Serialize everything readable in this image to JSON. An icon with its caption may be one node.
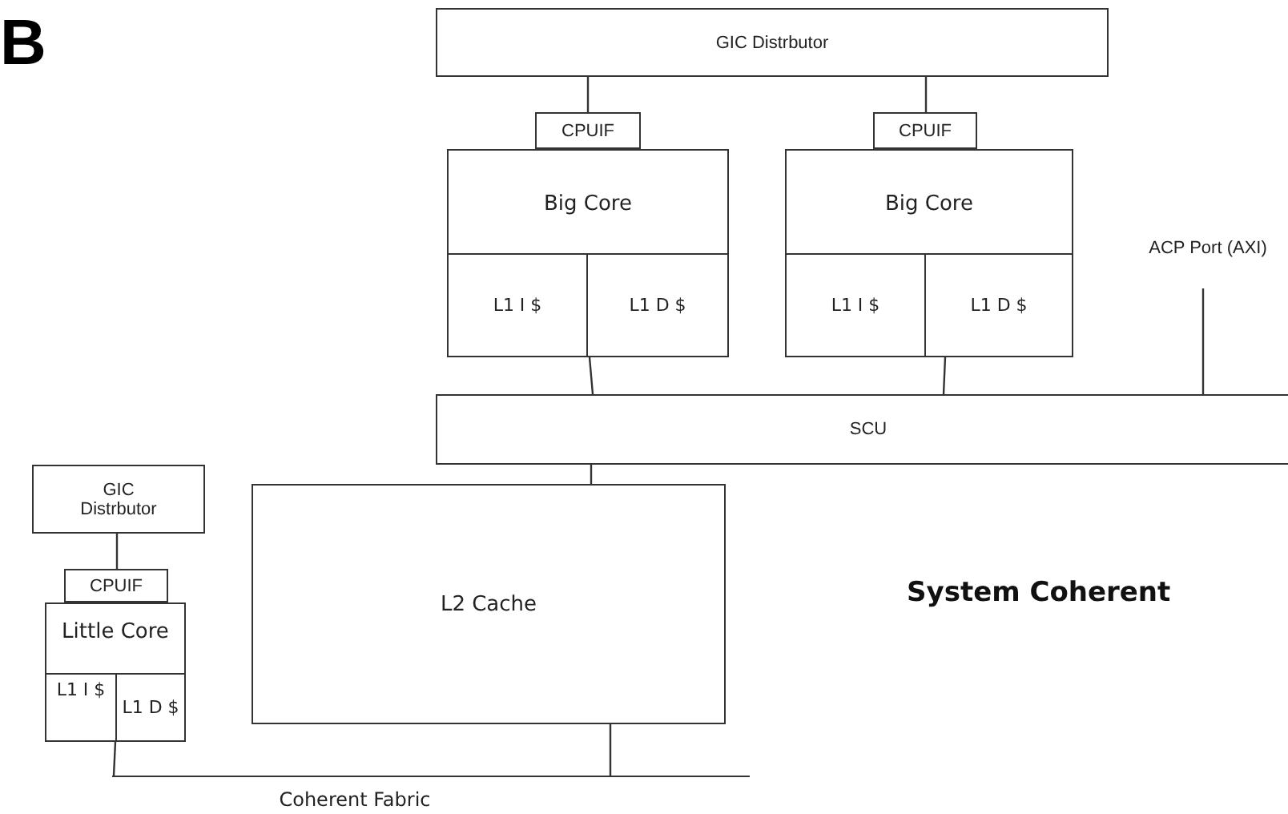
{
  "diagram": {
    "nodes": [
      {
        "text": [
          "GIC Distrbutor"
        ]
      },
      {
        "text": [
          "CPUIF"
        ]
      },
      {
        "text": [
          "CPUIF"
        ]
      },
      {
        "text": [
          "Big Core"
        ]
      },
      {
        "text": [
          "L1 I $"
        ],
        "in": 3
      },
      {
        "text": [
          "L1 D $"
        ],
        "in": 3
      },
      {
        "text": [
          "Big Core"
        ]
      },
      {
        "text": [
          "L1 I $"
        ],
        "in": 6
      },
      {
        "text": [
          "L1 D $"
        ],
        "in": 6
      },
      {
        "text": [
          "ACP Port (AXI)"
        ]
      },
      {
        "text": [
          "SCU"
        ]
      },
      {
        "text": [
          "GIC Distrbutor"
        ]
      },
      {
        "text": [
          "CPUIF"
        ]
      },
      {
        "text": [
          "Little Core"
        ]
      },
      {
        "text": [
          "L1 I $"
        ],
        "in": 13
      },
      {
        "text": [
          "L1 D $"
        ],
        "in": 13
      },
      {
        "text": [
          "L2 Cache"
        ]
      },
      {
        "text": [
          "Coherent Fabric"
        ]
      }
    ],
    "edges": [
      {
        "from": 0,
        "to": 1,
        "arrow": "none"
      },
      {
        "from": 0,
        "to": 2,
        "arrow": "none"
      },
      {
        "from": 5,
        "to": 10,
        "arrow": "none"
      },
      {
        "from": 8,
        "to": 10,
        "arrow": "none"
      },
      {
        "from": 9,
        "to": 10,
        "arrow": "none"
      },
      {
        "from": 10,
        "to": 16,
        "arrow": "none"
      },
      {
        "from": 11,
        "to": 12,
        "arrow": "none"
      },
      {
        "from": 15,
        "to": 17,
        "arrow": "none"
      },
      {
        "from": 16,
        "to": 17,
        "arrow": "none"
      }
    ],
    "labels": [
      "B",
      "System Coherent"
    ]
  }
}
